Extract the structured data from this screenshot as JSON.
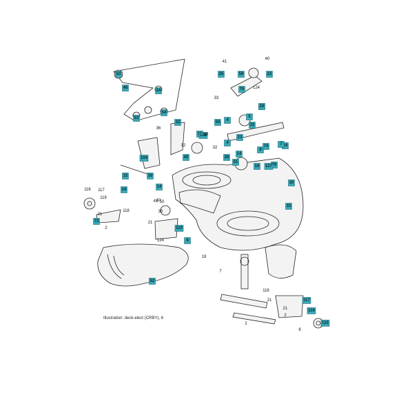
{
  "diagram": {
    "footer_note": "Illustration: deck-elect (CRBY), 6",
    "callouts_boxed": [
      "53",
      "46",
      "24",
      "54",
      "53",
      "32",
      "31",
      "59",
      "25",
      "23",
      "70",
      "69",
      "4",
      "5",
      "50",
      "33",
      "29",
      "23",
      "24",
      "14",
      "8",
      "51",
      "74",
      "7",
      "30",
      "76",
      "127",
      "19",
      "28",
      "4",
      "40",
      "126",
      "104",
      "15",
      "30",
      "24",
      "14",
      "73",
      "110",
      "8",
      "33",
      "52",
      "117",
      "119",
      "115"
    ],
    "callouts_plain": [
      "41",
      "40",
      "124",
      "33",
      "36",
      "32",
      "30",
      "32",
      "50",
      "41",
      "116",
      "117",
      "119",
      "118",
      "21",
      "2",
      "40",
      "30",
      "21",
      "124",
      "19",
      "7",
      "21",
      "2",
      "118",
      "21",
      "2",
      "8"
    ]
  }
}
